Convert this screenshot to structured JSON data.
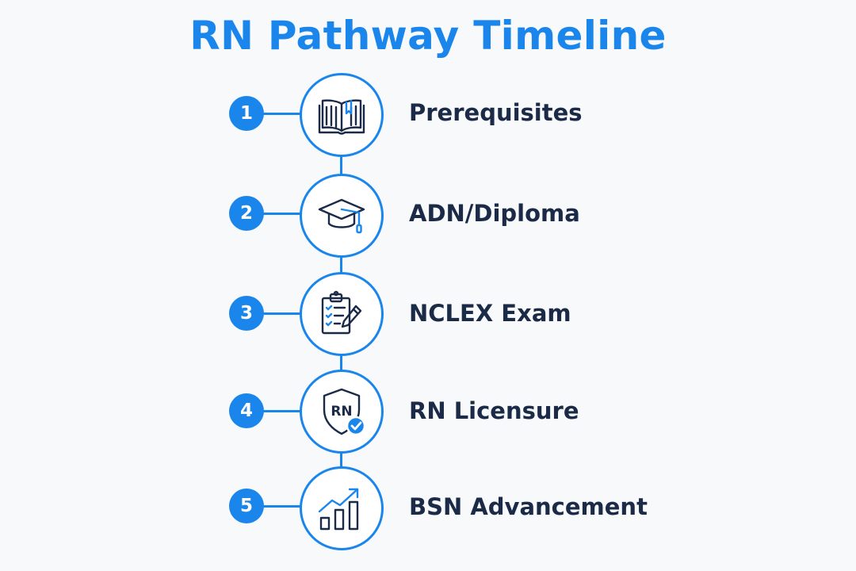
{
  "title": "RN Pathway Timeline",
  "colors": {
    "accent": "#1a86ec",
    "text_dark": "#1b2a47",
    "background": "#f8f9fb"
  },
  "steps": [
    {
      "number": "1",
      "label": "Prerequisites",
      "icon": "open-book-icon"
    },
    {
      "number": "2",
      "label": "ADN/Diploma",
      "icon": "graduation-cap-icon"
    },
    {
      "number": "3",
      "label": "NCLEX Exam",
      "icon": "clipboard-checklist-icon"
    },
    {
      "number": "4",
      "label": "RN Licensure",
      "icon": "rn-shield-check-icon"
    },
    {
      "number": "5",
      "label": "BSN Advancement",
      "icon": "growth-chart-icon"
    }
  ],
  "icon_text": {
    "shield_text": "RN"
  }
}
